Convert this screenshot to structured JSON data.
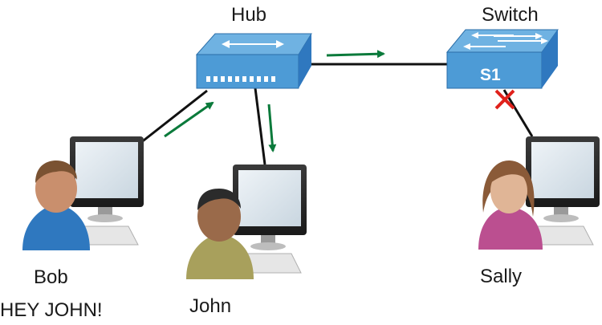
{
  "labels": {
    "hub": "Hub",
    "switch": "Switch",
    "switch_id": "S1",
    "bob": "Bob",
    "bob_message": "HEY JOHN!",
    "john": "John",
    "sally": "Sally"
  },
  "colors": {
    "device_blue": "#4d9bd6",
    "device_dark": "#1f6aa8",
    "arrow_green": "#0b7a3b",
    "block_red": "#e0211b",
    "link_black": "#111111",
    "bob_shirt": "#2f78bf",
    "john_shirt": "#a8a05c",
    "sally_shirt": "#bb4f90"
  },
  "icons": {
    "hub": "hub-icon",
    "switch": "switch-icon",
    "computer": "computer-icon",
    "user": "user-icon",
    "blocked": "x-mark-icon",
    "flow": "green-arrow-icon"
  }
}
